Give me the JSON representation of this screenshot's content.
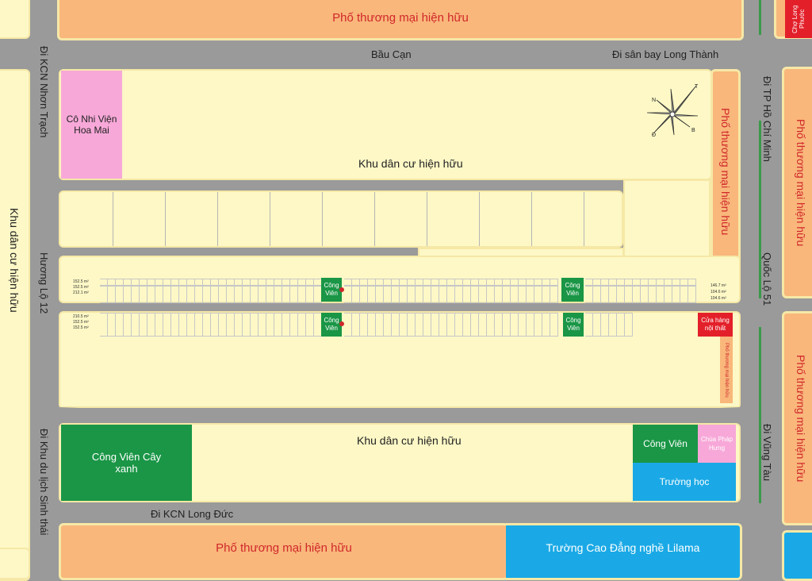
{
  "labels": {
    "top_commercial": "Phố thương mại hiện hữu",
    "cho_long_phuoc": "Chợ Long Phước",
    "bau_can": "Bầu Cạn",
    "di_san_bay": "Đi sân bay Long Thành",
    "di_kcn_nhon_trach": "Đi KCN Nhơn Trạch",
    "co_nhi_vien": "Cô Nhi Viện Hoa Mai",
    "khu_dan_cu_top": "Khu dân cư hiện hữu",
    "right_commercial_inner": "Phố thương mại hiện hữu",
    "di_tp_hcm": "Đi TP Hồ Chí Minh",
    "right_commercial_top": "Phố thương mại hiện hữu",
    "quoc_lo_51": "Quốc Lộ 51",
    "left_residential": "Khu dân cư hiện hữu",
    "huong_lo_12": "Hương Lộ 12",
    "park_row1_a": "Công Viên",
    "park_row1_b": "Công Viên",
    "park_row2_a": "Công Viên",
    "park_row2_b": "Công Viên",
    "cua_hang": "Cửa hàng nội thất",
    "pho_small": "Phố thương mại hiện hữu",
    "right_commercial_bottom": "Phố thương mại hiện hữu",
    "di_khu_du_lich": "Đi Khu du lịch Sinh thái",
    "khu_dan_cu_bottom": "Khu dân cư hiện hữu",
    "cong_vien_cay_xanh": "Công Viên Cây xanh",
    "cong_vien_right": "Công Viên",
    "chua": "Chùa Pháp Hưng",
    "truong_hoc": "Trường học",
    "di_vung_tau": "Đi Vũng Tàu",
    "di_kcn_long_duc": "Đi KCN Long Đức",
    "bottom_commercial": "Phố thương mại hiện hữu",
    "truong_cao_dang": "Trường Cao Đẳng nghề Lilama"
  },
  "compass": {
    "n": "N",
    "t": "T",
    "b": "B",
    "d": "Đ"
  },
  "row1_areas": [
    "152.5 m²",
    "152.5 m²",
    "212.1 m²"
  ],
  "row2_areas": [
    "210.5 m²",
    "152.5 m²",
    "152.5 m²"
  ],
  "right_areas": [
    "146.7 m²",
    "104.6 m²",
    "104.6 m²"
  ],
  "colors": {
    "road": "#9a9a9a",
    "commercial": "#f9b77b",
    "residential": "#fdf8c6",
    "orphanage": "#f7a8d8",
    "park": "#1a9646",
    "school": "#1aa9e6",
    "pagoda": "#f7a8d8",
    "shop": "#e3202a",
    "market": "#e3202a"
  }
}
